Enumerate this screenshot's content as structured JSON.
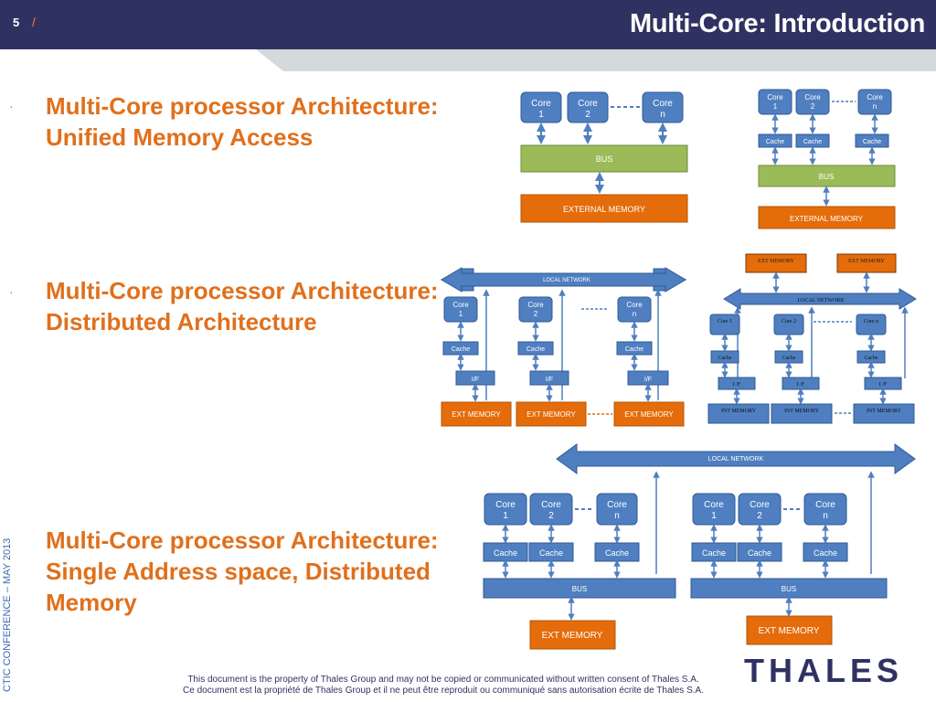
{
  "header": {
    "page_number": "5",
    "page_slash": "/",
    "title": "Multi-Core: Introduction"
  },
  "bullets": [
    {
      "dot": "·",
      "text": "Multi-Core processor Architecture: Unified Memory Access"
    },
    {
      "dot": "·",
      "text": "Multi-Core processor Architecture: Distributed Architecture"
    },
    {
      "text": "Multi-Core processor Architecture: Single Address space, Distributed Memory"
    }
  ],
  "side_text": "CTIC CONFERENCE – MAY 2013",
  "footer": {
    "line1": "This document is the property of Thales Group and may not be copied or communicated without written consent of Thales S.A.",
    "line2": "Ce document est la propriété de Thales Group et il ne peut être reproduit ou communiqué sans autorisation écrite de Thales S.A."
  },
  "logo": {
    "text": "THALES",
    "color": "#2f3261"
  },
  "colors": {
    "core_blue": "#4f7fc0",
    "bus_green": "#9bbb59",
    "memory_orange": "#e46c0a",
    "bullet_orange": "#e0701c",
    "header_navy": "#2f3261"
  },
  "diagrams": {
    "uma_a": {
      "core1": [
        "Core",
        "1"
      ],
      "core2": [
        "Core",
        "2"
      ],
      "coren": [
        "Core",
        "n"
      ],
      "bus": "BUS",
      "memory": "EXTERNAL MEMORY"
    },
    "uma_b": {
      "core1": [
        "Core",
        "1"
      ],
      "core2": [
        "Core",
        "2"
      ],
      "coren": [
        "Core",
        "n"
      ],
      "cache": "Cache",
      "bus": "BUS",
      "memory": "EXTERNAL MEMORY"
    },
    "dist_a": {
      "network": "LOCAL NETWORK",
      "core1": [
        "Core",
        "1"
      ],
      "core2": [
        "Core",
        "2"
      ],
      "coren": [
        "Core",
        "n"
      ],
      "cache": "Cache",
      "if": "I/F",
      "memory": "EXT MEMORY"
    },
    "dist_b": {
      "ext_memory": "EXT MEMORY",
      "network": "LOCAL NETWORK",
      "core1": "Core 1",
      "core2": "Core 2",
      "coren": "Core n",
      "cache": "Cache",
      "if": "I /F",
      "int_memory": "INT MEMORY"
    },
    "sasdm": {
      "network": "LOCAL NETWORK",
      "core1": [
        "Core",
        "1"
      ],
      "core2": [
        "Core",
        "2"
      ],
      "coren": [
        "Core",
        "n"
      ],
      "cache": "Cache",
      "bus": "BUS",
      "memory": "EXT MEMORY"
    }
  }
}
